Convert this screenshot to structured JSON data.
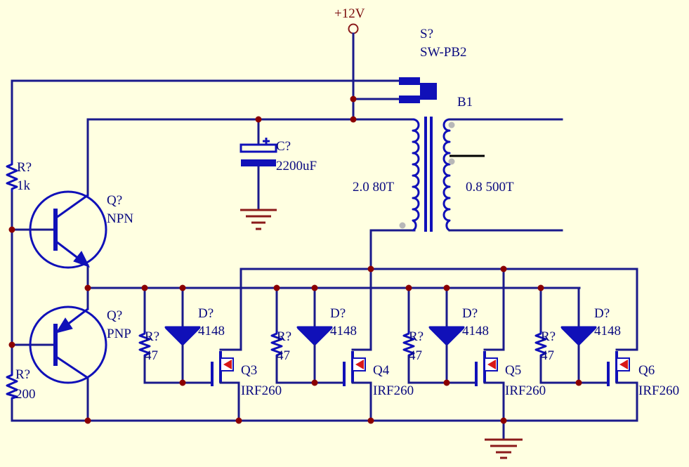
{
  "power": {
    "label": "+12V"
  },
  "switch": {
    "designator": "S?",
    "value": "SW-PB2"
  },
  "transformer": {
    "designator": "B1",
    "primary": "2.0 80T",
    "secondary": "0.8 500T"
  },
  "capacitor": {
    "designator": "C?",
    "value": "2200uF"
  },
  "bias_resistors": [
    {
      "designator": "R?",
      "value": "1k"
    },
    {
      "designator": "R?",
      "value": "200"
    }
  ],
  "transistors": [
    {
      "designator": "Q?",
      "type": "NPN"
    },
    {
      "designator": "Q?",
      "type": "PNP"
    }
  ],
  "stages": [
    {
      "r_des": "R?",
      "r_val": "47",
      "d_des": "D?",
      "d_val": "4148",
      "q_des": "Q3",
      "q_val": "IRF260"
    },
    {
      "r_des": "R?",
      "r_val": "47",
      "d_des": "D?",
      "d_val": "4148",
      "q_des": "Q4",
      "q_val": "IRF260"
    },
    {
      "r_des": "R?",
      "r_val": "47",
      "d_des": "D?",
      "d_val": "4148",
      "q_des": "Q5",
      "q_val": "IRF260"
    },
    {
      "r_des": "R?",
      "r_val": "47",
      "d_des": "D?",
      "d_val": "4148",
      "q_des": "Q6",
      "q_val": "IRF260"
    }
  ],
  "colors": {
    "background": "#FFFFE1",
    "wire": "#1A1A8C",
    "symbol": "#1010B8",
    "junction": "#8B0000",
    "ground": "#8B1A1A"
  }
}
